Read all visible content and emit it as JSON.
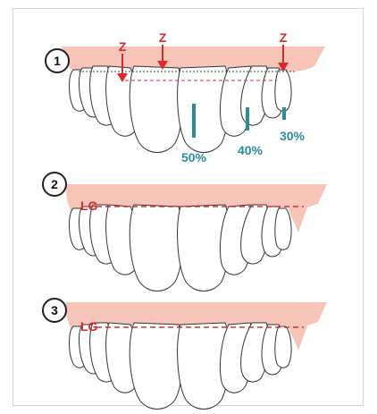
{
  "panels": [
    {
      "number": "1",
      "markers": [
        "Z",
        "Z",
        "Z"
      ],
      "percentages": [
        "50%",
        "40%",
        "30%"
      ]
    },
    {
      "number": "2",
      "line_label": "LG"
    },
    {
      "number": "3",
      "line_label": "LG"
    }
  ],
  "colors": {
    "gum": "#f6bcb0",
    "gum_shade": "#f3a797",
    "marker": "#d9292b",
    "teal": "#2e8c9a",
    "outline": "#333333"
  }
}
